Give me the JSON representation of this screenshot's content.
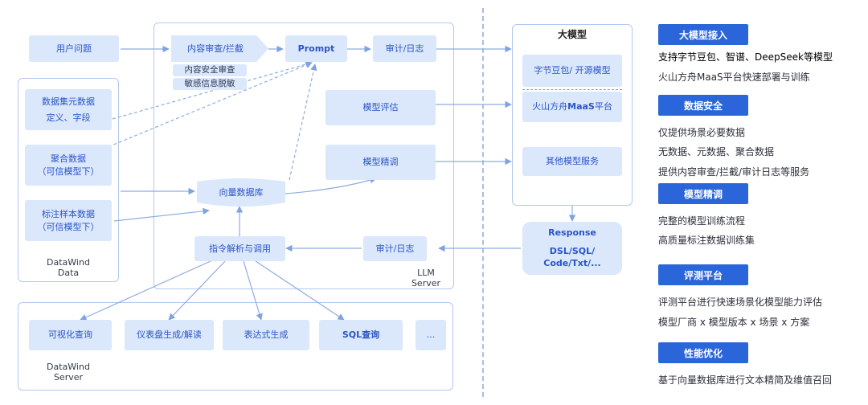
{
  "left": {
    "user_question": "用户问题",
    "data_panel_label": [
      "DataWind",
      "Data"
    ],
    "dataset_meta": [
      "数据集元数据",
      "定义、字段"
    ],
    "aggregated": [
      "聚合数据",
      "（可信模型下）"
    ],
    "annotated": [
      "标注样本数据",
      "（可信模型下）"
    ]
  },
  "llm": {
    "panel_label": [
      "LLM",
      "Server"
    ],
    "content_review": "内容审查/拦截",
    "content_safety": "内容安全审查",
    "sensitive_mask": "敏感信息脱敏",
    "prompt": "Prompt",
    "audit_top": "审计/日志",
    "model_eval": "模型评估",
    "model_tune": "模型精调",
    "vector_db": "向量数据库",
    "instr_parse": "指令解析与调用",
    "audit_bottom": "审计/日志"
  },
  "big_model": {
    "title": "大模型",
    "doubao": "字节豆包/ 开源模型",
    "maas_prefix": "火山方舟",
    "maas_bold": "MaaS",
    "maas_suffix": "平台",
    "other": "其他模型服务",
    "response_title": "Response",
    "response_body": [
      "DSL/SQL/",
      "Code/Txt/..."
    ]
  },
  "server": {
    "panel_label": [
      "DataWind",
      "Server"
    ],
    "items": [
      "可视化查询",
      "仪表盘生成/解读",
      "表达式生成",
      "SQL查询",
      "..."
    ]
  },
  "right": {
    "sections": [
      {
        "badge": "大模型接入",
        "lines": [
          "支持字节豆包、智谱、DeepSeek等模型",
          "火山方舟MaaS平台快速部署与训练"
        ]
      },
      {
        "badge": "数据安全",
        "lines": [
          "仅提供场景必要数据",
          "无数据、元数据、聚合数据",
          "提供内容审查/拦截/审计日志等服务"
        ]
      },
      {
        "badge": "模型精调",
        "lines": [
          "完整的模型训练流程",
          "高质量标注数据训练集"
        ]
      },
      {
        "badge": "评测平台",
        "lines": [
          "评测平台进行快速场景化模型能力评估",
          "模型厂商 x 模型版本 x 场景 x 方案"
        ]
      },
      {
        "badge": "性能优化",
        "lines": [
          "基于向量数据库进行文本精简及维值召回"
        ]
      }
    ]
  },
  "colors": {
    "box_fill": "#dbe7fb",
    "box_text": "#2a55c8",
    "badge": "#2a65d9",
    "panel_border": "#b3c8ef"
  }
}
